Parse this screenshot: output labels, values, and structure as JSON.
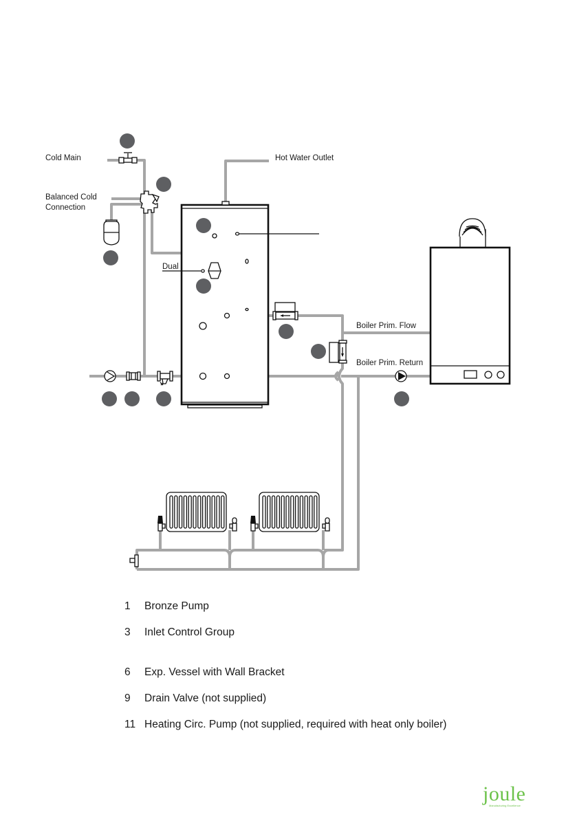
{
  "diagram": {
    "title": "Unvented cylinder plumbing schematic with boiler and radiator circuit",
    "labels": {
      "cold_main": "Cold Main",
      "balanced_cold_line1": "Balanced Cold",
      "balanced_cold_line2": "Connection",
      "hot_water_outlet": "Hot Water Outlet",
      "dual": "Dual",
      "boiler_prim_flow": "Boiler Prim. Flow",
      "boiler_prim_return": "Boiler Prim. Return"
    },
    "components": [
      {
        "id": "isolating-valve",
        "marker": "unlabeled"
      },
      {
        "id": "inlet-control-group",
        "marker": "unlabeled"
      },
      {
        "id": "expansion-vessel",
        "marker": "unlabeled"
      },
      {
        "id": "tundish-dual",
        "marker": "unlabeled"
      },
      {
        "id": "zone-valve-hw",
        "marker": "unlabeled"
      },
      {
        "id": "zone-valve-heating",
        "marker": "unlabeled"
      },
      {
        "id": "bronze-pump",
        "marker": "unlabeled"
      },
      {
        "id": "check-valve",
        "marker": "unlabeled"
      },
      {
        "id": "drain-valve",
        "marker": "unlabeled"
      },
      {
        "id": "heating-circ-pump",
        "marker": "unlabeled"
      }
    ],
    "colors": {
      "pipe": "#a6a6a6",
      "marker": "#5e5f62",
      "outline": "#111111",
      "brand": "#6cc24a"
    }
  },
  "legend": [
    {
      "num": "1",
      "text": "Bronze Pump"
    },
    {
      "num": "3",
      "text": "Inlet Control Group"
    },
    {
      "num": "6",
      "text": "Exp. Vessel with Wall Bracket"
    },
    {
      "num": "9",
      "text": "Drain Valve (not supplied)"
    },
    {
      "num": "11",
      "text": "Heating Circ. Pump (not supplied, required with heat only boiler)"
    }
  ],
  "brand": {
    "name": "joule",
    "tagline": "Manufacturing Excellence"
  }
}
